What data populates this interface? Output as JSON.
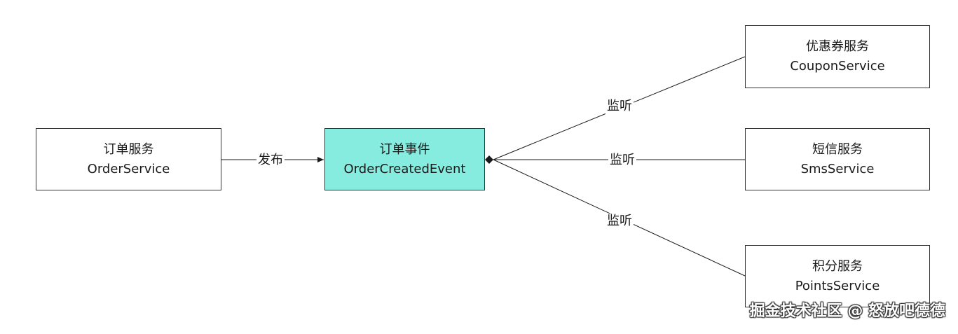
{
  "nodes": {
    "order_service": {
      "cn": "订单服务",
      "en": "OrderService"
    },
    "order_event": {
      "cn": "订单事件",
      "en": "OrderCreatedEvent"
    },
    "coupon_service": {
      "cn": "优惠券服务",
      "en": "CouponService"
    },
    "sms_service": {
      "cn": "短信服务",
      "en": "SmsService"
    },
    "points_service": {
      "cn": "积分服务",
      "en": "PointsService"
    }
  },
  "edges": {
    "publish": "发布",
    "listen_coupon": "监听",
    "listen_sms": "监听",
    "listen_points": "监听"
  },
  "colors": {
    "event_fill": "#86ecdf",
    "line": "#1a1a1a"
  },
  "watermark": "掘金技术社区 @ 怒放吧德德"
}
